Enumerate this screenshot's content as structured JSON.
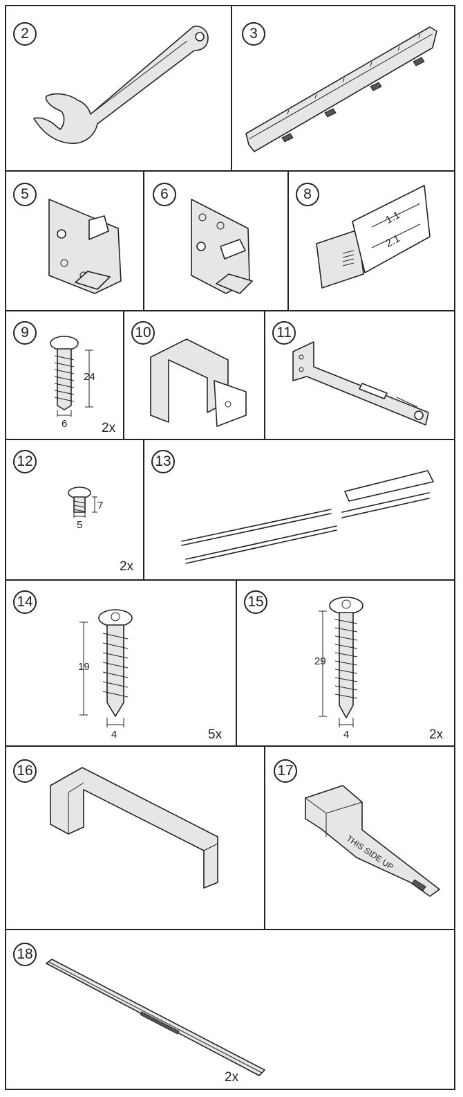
{
  "parts": [
    {
      "id": "part-2",
      "number": "2",
      "name": "wrench",
      "quantity": "",
      "dims": []
    },
    {
      "id": "part-3",
      "number": "3",
      "name": "rail-profile",
      "quantity": "",
      "dims": []
    },
    {
      "id": "part-5",
      "number": "5",
      "name": "bracket-left",
      "quantity": "",
      "dims": []
    },
    {
      "id": "part-6",
      "number": "6",
      "name": "bracket-right",
      "quantity": "",
      "dims": []
    },
    {
      "id": "part-8",
      "number": "8",
      "name": "slide-adjuster",
      "quantity": "",
      "labels": [
        "1.1",
        "2.1"
      ],
      "dims": []
    },
    {
      "id": "part-9",
      "number": "9",
      "name": "screw",
      "quantity": "2x",
      "dims": [
        "24",
        "6"
      ]
    },
    {
      "id": "part-10",
      "number": "10",
      "name": "corner-cap",
      "quantity": "",
      "dims": []
    },
    {
      "id": "part-11",
      "number": "11",
      "name": "mounting-arm",
      "quantity": "",
      "dims": []
    },
    {
      "id": "part-12",
      "number": "12",
      "name": "small-screw",
      "quantity": "2x",
      "dims": [
        "7",
        "5"
      ]
    },
    {
      "id": "part-13",
      "number": "13",
      "name": "long-profile",
      "quantity": "",
      "dims": []
    },
    {
      "id": "part-14",
      "number": "14",
      "name": "wood-screw",
      "quantity": "5x",
      "dims": [
        "19",
        "4"
      ]
    },
    {
      "id": "part-15",
      "number": "15",
      "name": "long-screw",
      "quantity": "2x",
      "dims": [
        "29",
        "4"
      ]
    },
    {
      "id": "part-16",
      "number": "16",
      "name": "end-piece",
      "quantity": "",
      "dims": []
    },
    {
      "id": "part-17",
      "number": "17",
      "name": "spacer",
      "quantity": "",
      "labels": [
        "THIS SIDE UP"
      ],
      "dims": []
    },
    {
      "id": "part-18",
      "number": "18",
      "name": "strip",
      "quantity": "2x",
      "dims": []
    }
  ],
  "colors": {
    "line": "#222222",
    "background": "#ffffff"
  }
}
